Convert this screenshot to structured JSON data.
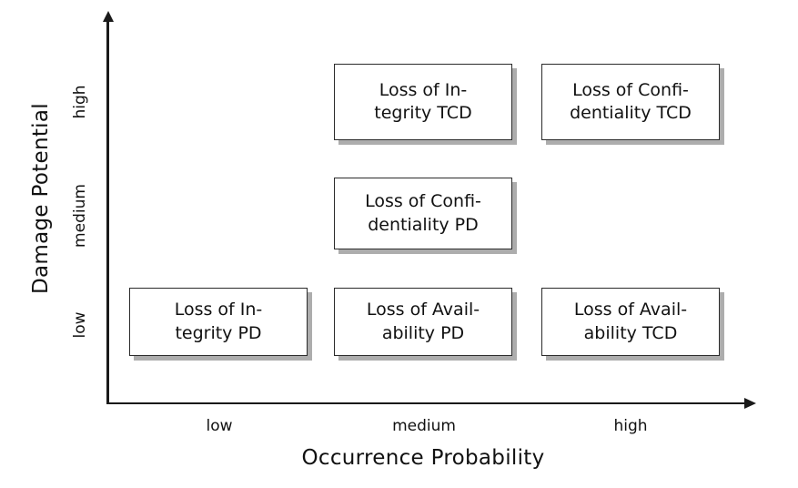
{
  "chart_data": {
    "type": "table",
    "title": "",
    "xlabel": "Occurrence Probability",
    "ylabel": "Damage Potential",
    "x_categories": [
      "low",
      "medium",
      "high"
    ],
    "y_categories": [
      "low",
      "medium",
      "high"
    ],
    "grid": false,
    "legend": "none",
    "cells": [
      {
        "x": "medium",
        "y": "high",
        "label": "Loss of Integrity TCD",
        "line1": "Loss of In-",
        "line2": "tegrity TCD"
      },
      {
        "x": "high",
        "y": "high",
        "label": "Loss of Confidentiality TCD",
        "line1": "Loss of Confi-",
        "line2": "dentiality TCD"
      },
      {
        "x": "medium",
        "y": "medium",
        "label": "Loss of Confidentiality PD",
        "line1": "Loss of Confi-",
        "line2": "dentiality PD"
      },
      {
        "x": "low",
        "y": "low",
        "label": "Loss of Integrity PD",
        "line1": "Loss of In-",
        "line2": "tegrity PD"
      },
      {
        "x": "medium",
        "y": "low",
        "label": "Loss of Availability PD",
        "line1": "Loss of Avail-",
        "line2": "ability PD"
      },
      {
        "x": "high",
        "y": "low",
        "label": "Loss of Availability TCD",
        "line1": "Loss of Avail-",
        "line2": "ability TCD"
      }
    ],
    "empty_cells": [
      {
        "x": "low",
        "y": "medium"
      },
      {
        "x": "low",
        "y": "high"
      },
      {
        "x": "high",
        "y": "medium"
      }
    ]
  },
  "axes": {
    "y_title": "Damage Potential",
    "x_title": "Occurrence Probability",
    "y_ticks": {
      "high": "high",
      "medium": "medium",
      "low": "low"
    },
    "x_ticks": {
      "low": "low",
      "medium": "medium",
      "high": "high"
    }
  },
  "colors": {
    "background": "#ffffff",
    "axis": "#1a1a1a",
    "box_border": "#2b2b2b",
    "box_fill": "#ffffff",
    "box_shadow": "#adadad",
    "text": "#111111"
  }
}
